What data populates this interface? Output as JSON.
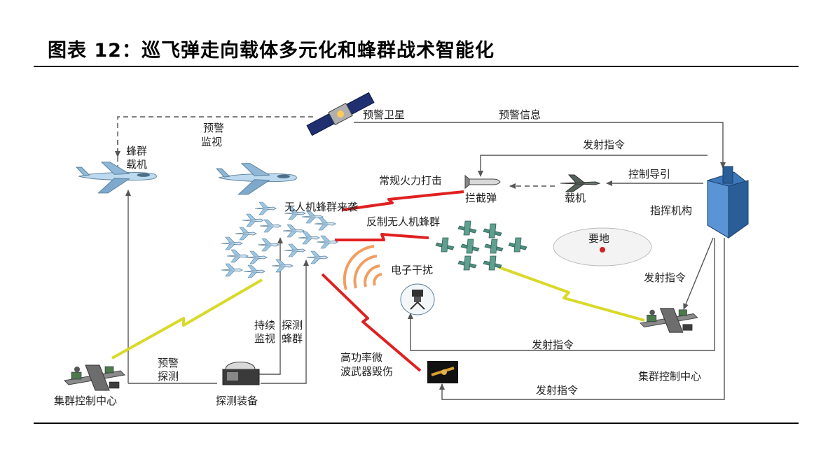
{
  "figure_title": "图表 12：巡飞弹走向载体多元化和蜂群战术智能化",
  "labels": {
    "satellite": "预警卫星",
    "warning_info": "预警信息",
    "warning_monitor_1": "预警",
    "warning_monitor_2": "监视",
    "swarm_carrier_1": "蜂群",
    "swarm_carrier_2": "载机",
    "launch_cmd_top": "发射指令",
    "control_guide": "控制导引",
    "conventional_fire": "常规火力打击",
    "interceptor": "拦截弹",
    "carrier_aircraft": "载机",
    "command_org": "指挥机构",
    "uav_swarm_attack": "无人机蜂群来袭",
    "counter_swarm": "反制无人机蜂群",
    "key_site": "要地",
    "ew": "电子干扰",
    "launch_cmd_right": "发射指令",
    "continuous_1": "持续",
    "continuous_2": "监视",
    "detect_1": "探测",
    "detect_2": "蜂群",
    "hpm_1": "高功率微",
    "hpm_2": "波武器毁伤",
    "launch_cmd_mid": "发射指令",
    "warning_detect_1": "预警",
    "warning_detect_2": "探测",
    "cluster_ctrl_left": "集群控制中心",
    "detect_equipment": "探测装备",
    "cluster_ctrl_right": "集群控制中心",
    "launch_cmd_bottom": "发射指令"
  },
  "colors": {
    "line": "#555555",
    "lightning_red": "#e02020",
    "lightning_yellow": "#d9d92a",
    "green_drone": "#4f8f80",
    "blue_plane": "#9cc8e8",
    "key_site_dot": "#cc2222"
  }
}
